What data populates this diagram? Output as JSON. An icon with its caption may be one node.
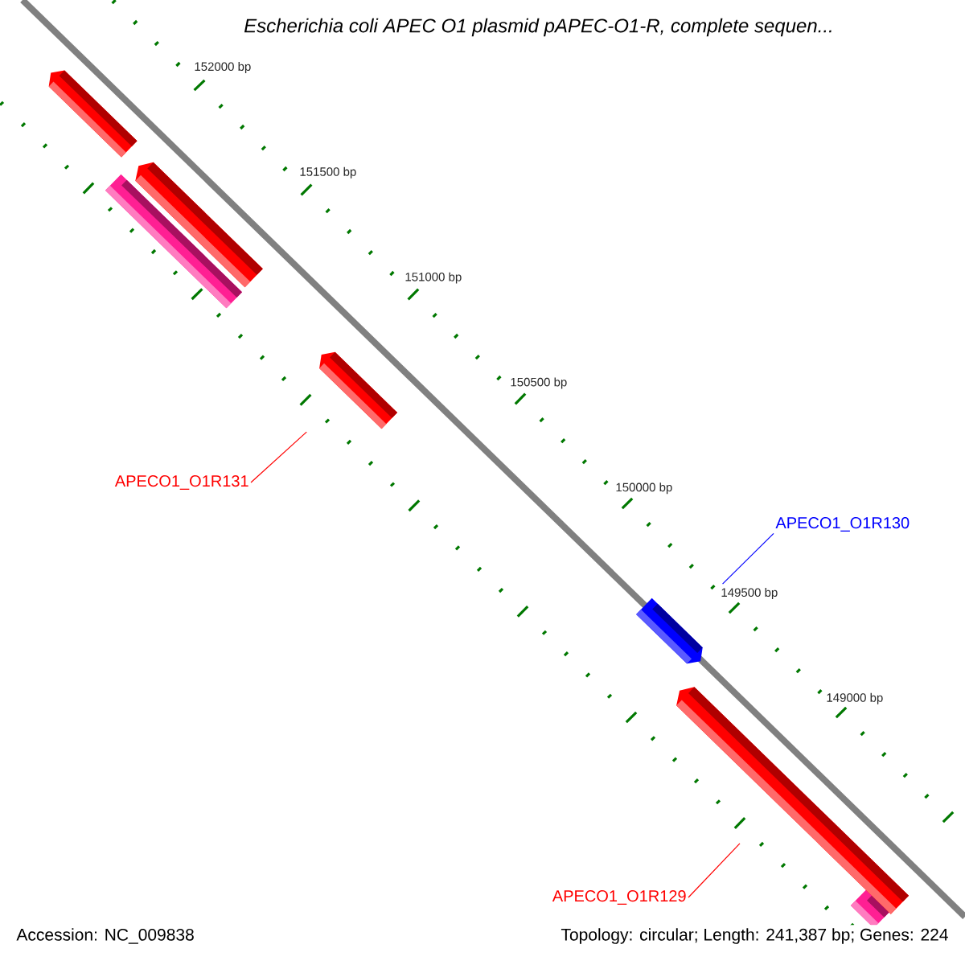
{
  "diagram": {
    "title": "Escherichia coli APEC O1 plasmid pAPEC-O1-R, complete sequen...",
    "nodes": [
      {
        "text": [
          "APECO1_O1R131"
        ]
      },
      {
        "text": [],
        "shape": "bar"
      },
      {
        "text": [
          "APECO1_O1R130"
        ]
      },
      {
        "text": [],
        "shape": "bar"
      },
      {
        "text": [
          "APECO1_O1R129"
        ]
      },
      {
        "text": [],
        "shape": "bar"
      },
      {
        "text": [],
        "shape": "bar"
      },
      {
        "text": [],
        "shape": "bar"
      },
      {
        "text": [],
        "shape": "bar"
      },
      {
        "text": [],
        "shape": "bar"
      }
    ],
    "edges": [
      {
        "from": 0,
        "to": 1,
        "arrow": "none",
        "color": "#ff0000"
      },
      {
        "from": 2,
        "to": 3,
        "arrow": "none",
        "color": "#0000ff"
      },
      {
        "from": 4,
        "to": 5,
        "arrow": "none",
        "color": "#ff0000"
      }
    ],
    "labels": [
      "152000 bp",
      "151500 bp",
      "151000 bp",
      "150500 bp",
      "150000 bp",
      "149500 bp",
      "149000 bp",
      "Accession: NC_009838",
      "Topology: circular; Length: 241,387 bp; Genes: 224"
    ]
  }
}
